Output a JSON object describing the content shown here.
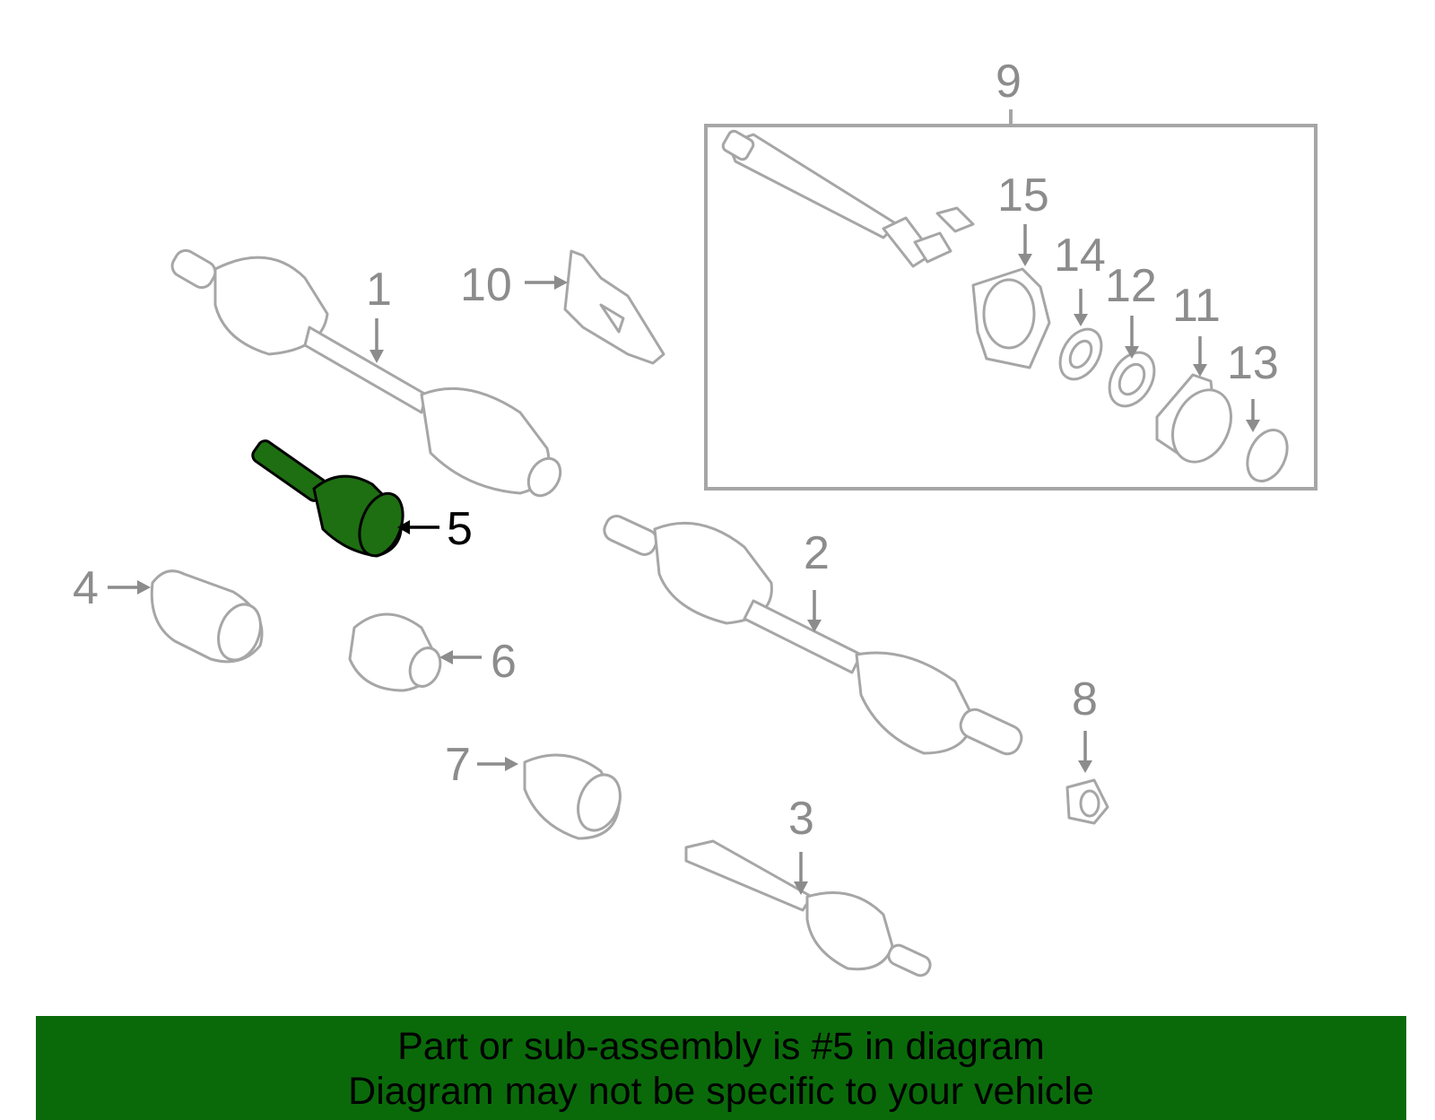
{
  "diagram": {
    "callouts": {
      "c1": "1",
      "c2": "2",
      "c3": "3",
      "c4": "4",
      "c5": "5",
      "c6": "6",
      "c7": "7",
      "c8": "8",
      "c9": "9",
      "c10": "10",
      "c11": "11",
      "c12": "12",
      "c13": "13",
      "c14": "14",
      "c15": "15"
    },
    "highlighted_part": "5",
    "highlight_color": "#1e6e12",
    "line_color": "#a6a6a6"
  },
  "banner": {
    "line1": "Part or sub-assembly is #5 in diagram",
    "line2": "Diagram may not be specific to your vehicle",
    "background": "#0a6a0a"
  }
}
